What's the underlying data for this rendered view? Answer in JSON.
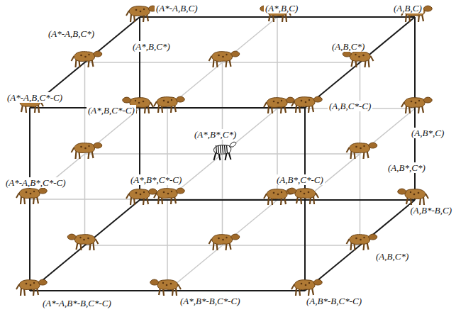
{
  "diagram": {
    "labels": [
      "(A*-A,B,C)",
      "(A*,B,C)",
      "(A,B,C)",
      "(A*-A,B,C*)",
      "(A*,B,C*)",
      "(A,B,C*)",
      "(A*-A,B,C*-C)",
      "(A*,B,C*-C)",
      "(A,B,C*-C)",
      "(A,B*,C)",
      "(A*,B*,C*)",
      "(A*,B*,C*-C)",
      "(A,B*,C*-C)",
      "(A,B*,C*)",
      "(A*-A,B*,C*-C)",
      "(A,B*-B,C)",
      "(A,B,C*)",
      "(A*-A,B*-B,C*-C)",
      "(A*,B*-B,C*-C)",
      "(A,B*-B,C*-C)"
    ]
  }
}
